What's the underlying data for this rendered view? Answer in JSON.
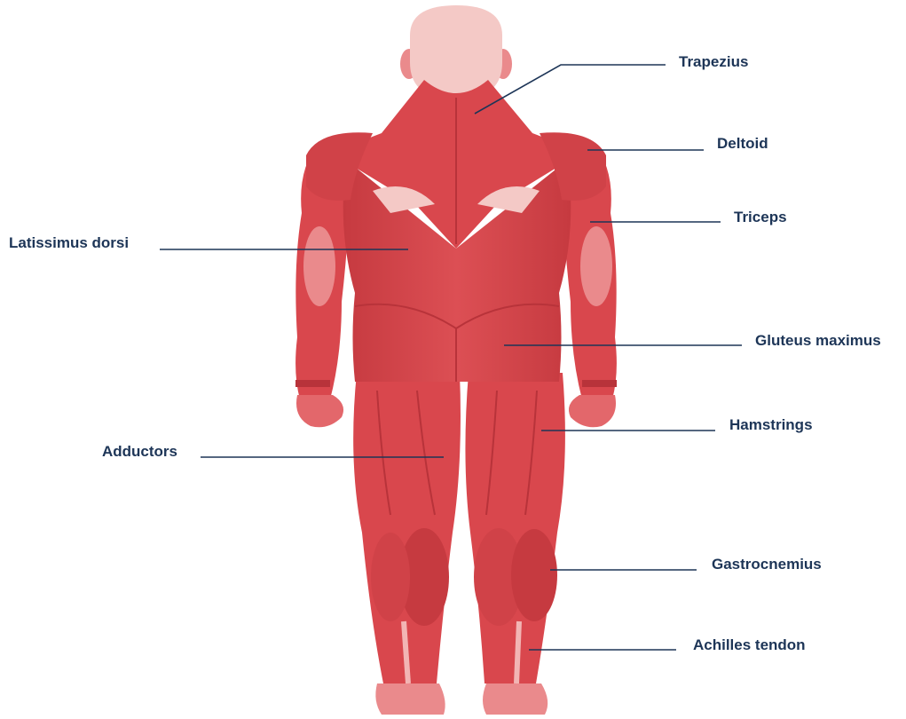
{
  "colors": {
    "muscle": "#d9474d",
    "muscle_dark": "#b8333a",
    "muscle_light": "#ea8a8c",
    "tendon": "#f2b5b4",
    "skin": "#f6d3d1",
    "leader_line": "#1d3557",
    "label_text": "#1d3557",
    "background": "#ffffff"
  },
  "labels": {
    "trapezius": "Trapezius",
    "deltoid": "Deltoid",
    "triceps": "Triceps",
    "latissimus": "Latissimus dorsi",
    "gluteus": "Gluteus maximus",
    "hamstrings": "Hamstrings",
    "adductors": "Adductors",
    "gastrocnemius": "Gastrocnemius",
    "achilles": "Achilles tendon"
  }
}
